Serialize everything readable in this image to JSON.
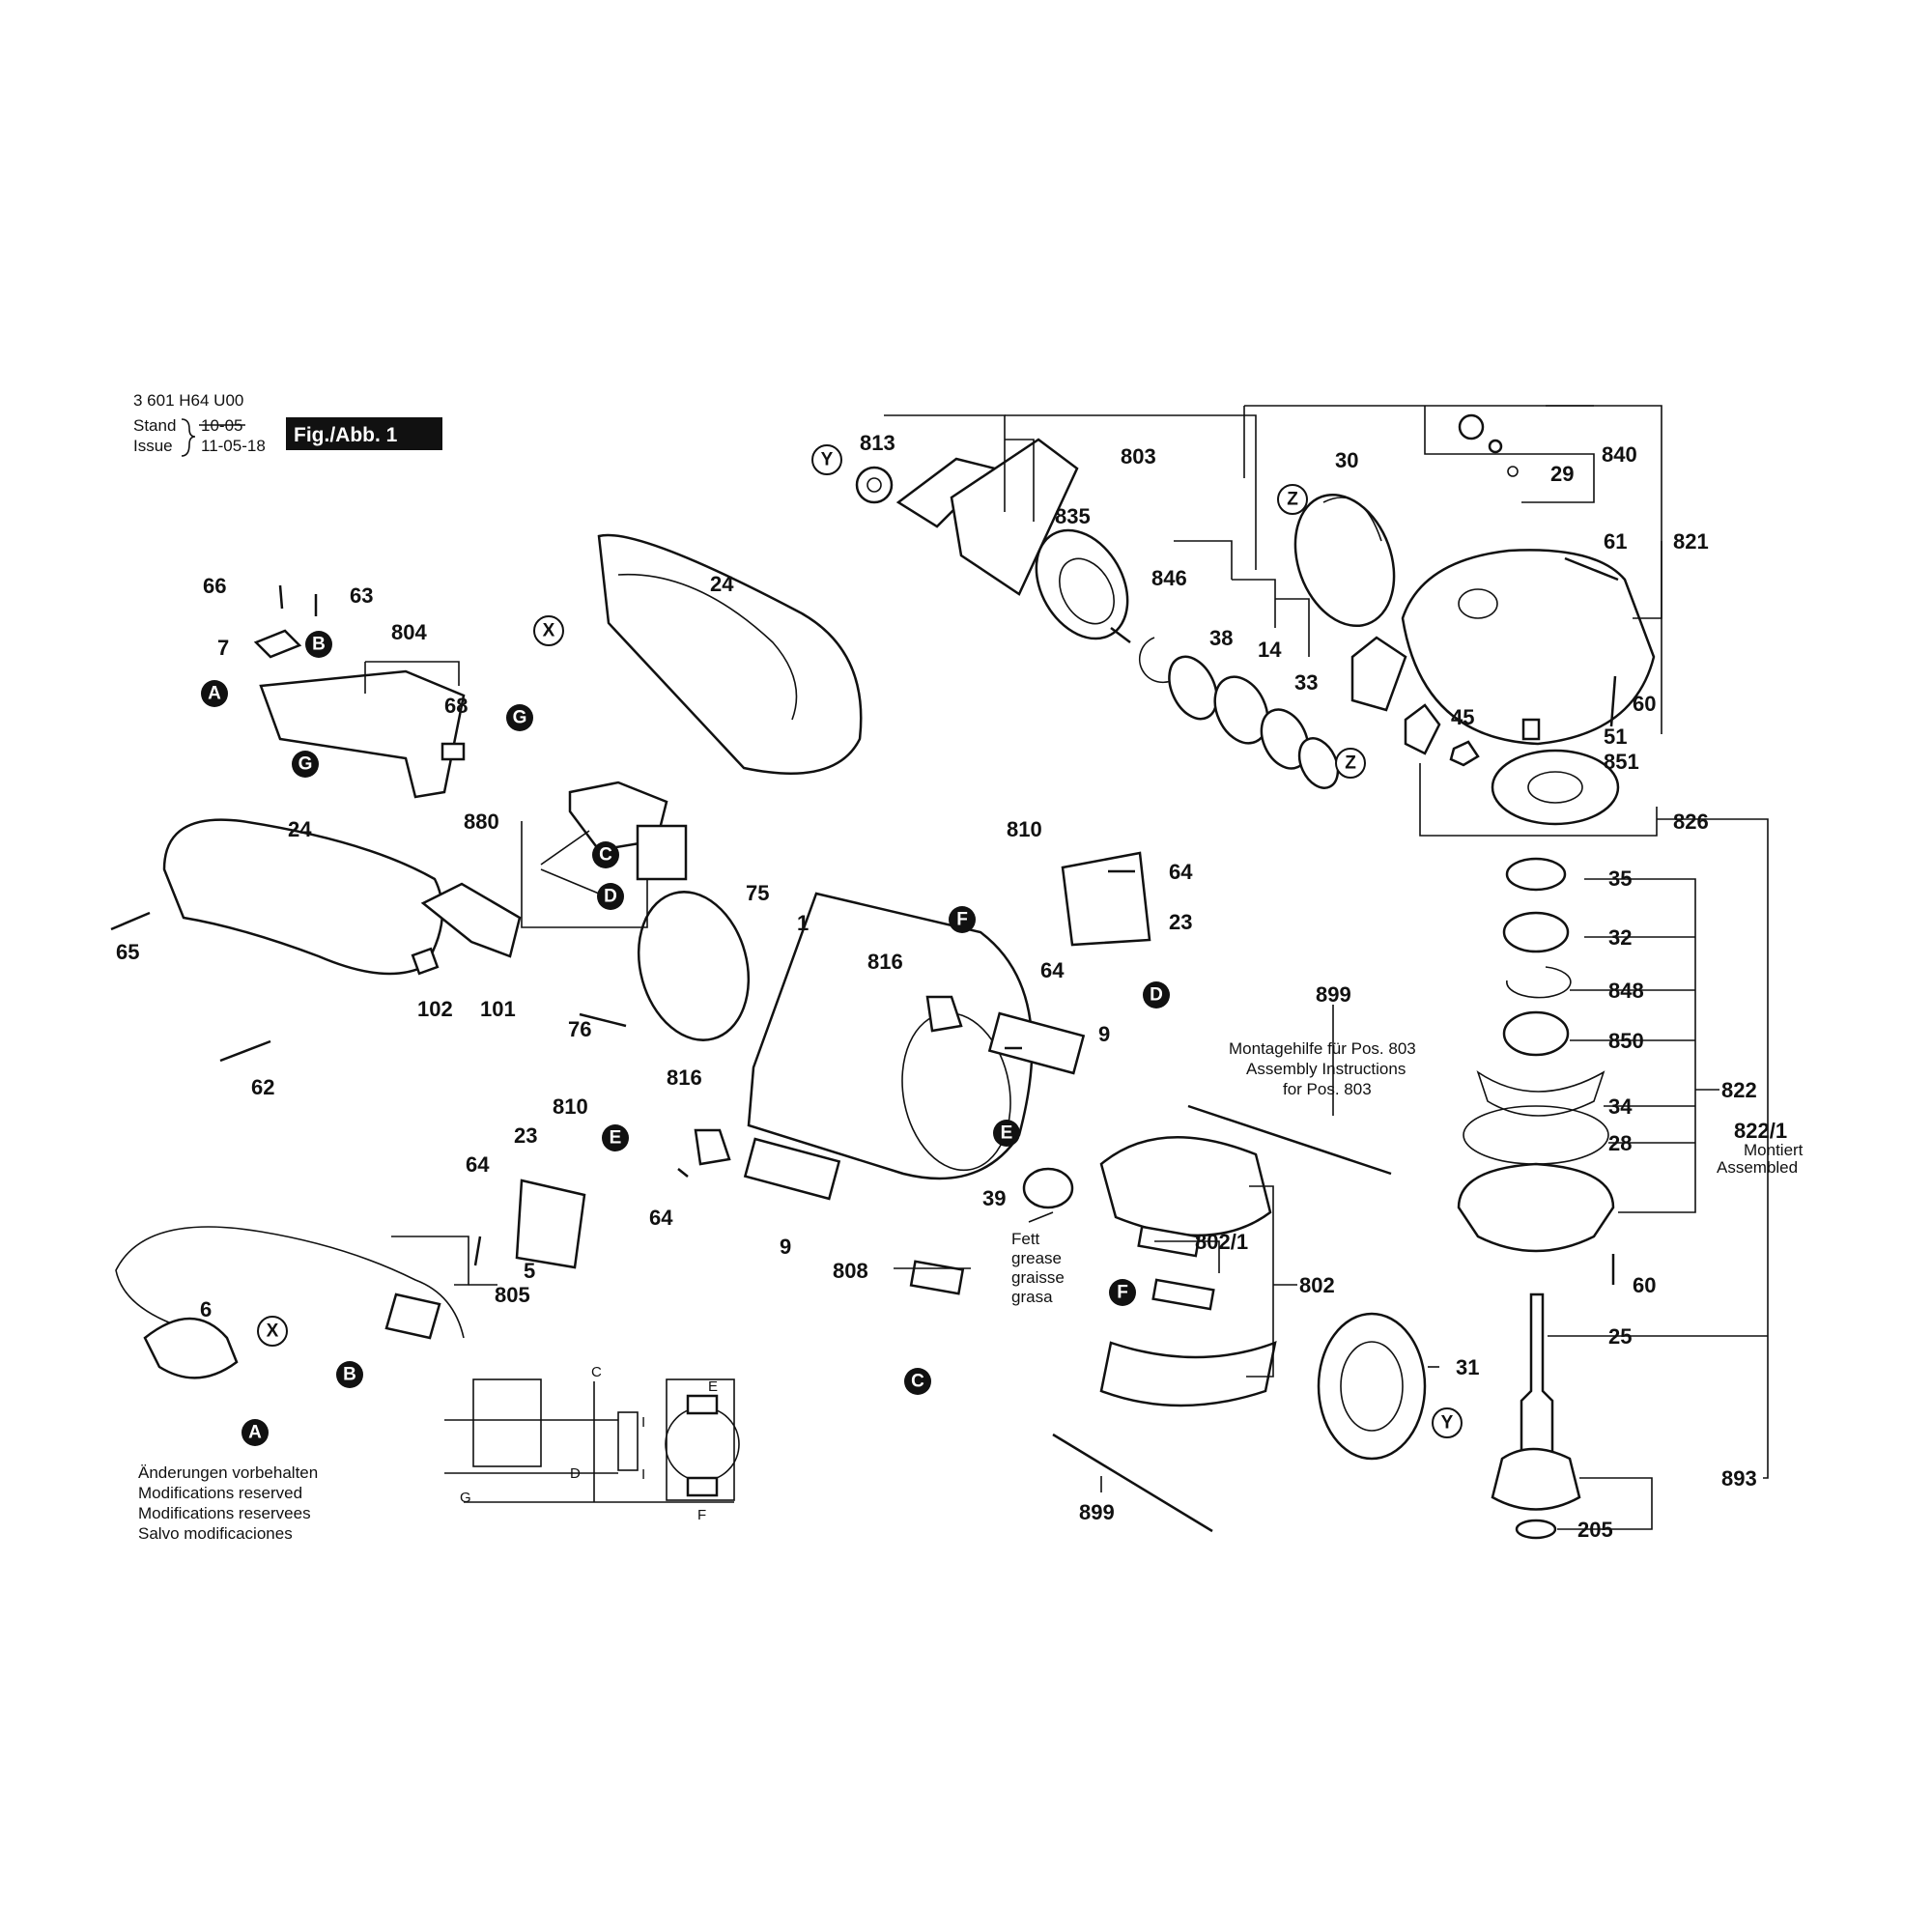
{
  "header": {
    "doc_number": "3 601 H64 U00",
    "stand_label": "Stand",
    "issue_label": "Issue",
    "stand_old": "10-05",
    "issue_date": "11-05-18",
    "figure_badge": "Fig./Abb. 1"
  },
  "notes": {
    "assembly": [
      "Montagehilfe für Pos. 803",
      "Assembly Instructions",
      "for Pos. 803"
    ],
    "grease": [
      "Fett",
      "grease",
      "graisse",
      "grasa"
    ],
    "assembled": [
      "822/1",
      "Montiert",
      "Assembled"
    ],
    "modifications": [
      "Änderungen vorbehalten",
      "Modifications reserved",
      "Modifications reservees",
      "Salvo modificaciones"
    ]
  },
  "part_labels": [
    {
      "id": "l813",
      "text": "813"
    },
    {
      "id": "l803",
      "text": "803"
    },
    {
      "id": "l835",
      "text": "835"
    },
    {
      "id": "l30",
      "text": "30"
    },
    {
      "id": "l840",
      "text": "840"
    },
    {
      "id": "l29",
      "text": "29"
    },
    {
      "id": "l61",
      "text": "61"
    },
    {
      "id": "l821",
      "text": "821"
    },
    {
      "id": "l846",
      "text": "846"
    },
    {
      "id": "l38",
      "text": "38"
    },
    {
      "id": "l14",
      "text": "14"
    },
    {
      "id": "l33",
      "text": "33"
    },
    {
      "id": "l45",
      "text": "45"
    },
    {
      "id": "l60a",
      "text": "60"
    },
    {
      "id": "l51",
      "text": "51"
    },
    {
      "id": "l851",
      "text": "851"
    },
    {
      "id": "l826",
      "text": "826"
    },
    {
      "id": "l35",
      "text": "35"
    },
    {
      "id": "l32",
      "text": "32"
    },
    {
      "id": "l848",
      "text": "848"
    },
    {
      "id": "l850",
      "text": "850"
    },
    {
      "id": "l34",
      "text": "34"
    },
    {
      "id": "l28",
      "text": "28"
    },
    {
      "id": "l822",
      "text": "822"
    },
    {
      "id": "l60b",
      "text": "60"
    },
    {
      "id": "l25",
      "text": "25"
    },
    {
      "id": "l893",
      "text": "893"
    },
    {
      "id": "l205",
      "text": "205"
    },
    {
      "id": "l66",
      "text": "66"
    },
    {
      "id": "l63",
      "text": "63"
    },
    {
      "id": "l804",
      "text": "804"
    },
    {
      "id": "l7",
      "text": "7"
    },
    {
      "id": "l68",
      "text": "68"
    },
    {
      "id": "l24a",
      "text": "24"
    },
    {
      "id": "l24b",
      "text": "24"
    },
    {
      "id": "l880",
      "text": "880"
    },
    {
      "id": "l65",
      "text": "65"
    },
    {
      "id": "l102",
      "text": "102"
    },
    {
      "id": "l101",
      "text": "101"
    },
    {
      "id": "l62",
      "text": "62"
    },
    {
      "id": "l75",
      "text": "75"
    },
    {
      "id": "l1",
      "text": "1"
    },
    {
      "id": "l76",
      "text": "76"
    },
    {
      "id": "l810a",
      "text": "810"
    },
    {
      "id": "l64a",
      "text": "64"
    },
    {
      "id": "l23a",
      "text": "23"
    },
    {
      "id": "l816a",
      "text": "816"
    },
    {
      "id": "l64b",
      "text": "64"
    },
    {
      "id": "l9a",
      "text": "9"
    },
    {
      "id": "l899a",
      "text": "899"
    },
    {
      "id": "l816b",
      "text": "816"
    },
    {
      "id": "l810b",
      "text": "810"
    },
    {
      "id": "l23b",
      "text": "23"
    },
    {
      "id": "l64c",
      "text": "64"
    },
    {
      "id": "l64d",
      "text": "64"
    },
    {
      "id": "l9b",
      "text": "9"
    },
    {
      "id": "l39",
      "text": "39"
    },
    {
      "id": "l808",
      "text": "808"
    },
    {
      "id": "l8021",
      "text": "802/1"
    },
    {
      "id": "l802",
      "text": "802"
    },
    {
      "id": "l5",
      "text": "5"
    },
    {
      "id": "l805",
      "text": "805"
    },
    {
      "id": "l6",
      "text": "6"
    },
    {
      "id": "l31",
      "text": "31"
    },
    {
      "id": "l899b",
      "text": "899"
    }
  ],
  "ref_markers": [
    {
      "id": "mY1",
      "text": "Y"
    },
    {
      "id": "mZ1",
      "text": "Z"
    },
    {
      "id": "mZ2",
      "text": "Z"
    },
    {
      "id": "mX1",
      "text": "X"
    },
    {
      "id": "mB1",
      "text": "B"
    },
    {
      "id": "mA1",
      "text": "A"
    },
    {
      "id": "mG1",
      "text": "G"
    },
    {
      "id": "mG2",
      "text": "G"
    },
    {
      "id": "mC1",
      "text": "C"
    },
    {
      "id": "mD1",
      "text": "D"
    },
    {
      "id": "mF1",
      "text": "F"
    },
    {
      "id": "mD2",
      "text": "D"
    },
    {
      "id": "mE1",
      "text": "E"
    },
    {
      "id": "mE2",
      "text": "E"
    },
    {
      "id": "mF2",
      "text": "F"
    },
    {
      "id": "mC2",
      "text": "C"
    },
    {
      "id": "mY2",
      "text": "Y"
    },
    {
      "id": "mX2",
      "text": "X"
    },
    {
      "id": "mB2",
      "text": "B"
    },
    {
      "id": "mA2",
      "text": "A"
    }
  ],
  "schematic_labels": {
    "c": "C",
    "d": "D",
    "e": "E",
    "f": "F",
    "g": "G",
    "i1": "I",
    "i2": "I"
  }
}
